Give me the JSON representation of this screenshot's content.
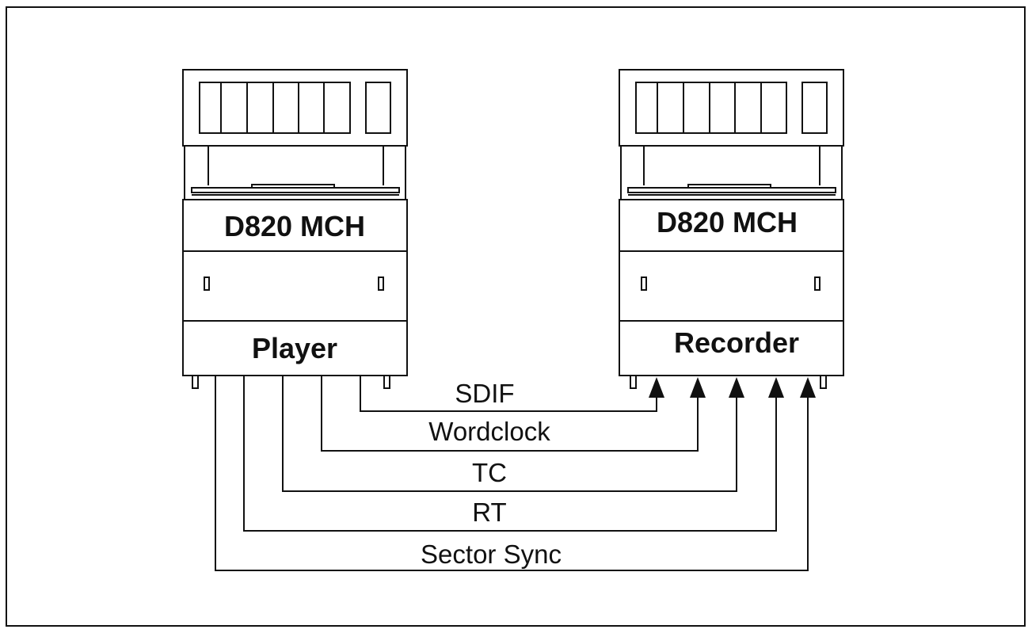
{
  "colors": {
    "background": "#ffffff",
    "line": "#111111",
    "panel": "#ffffff"
  },
  "units": {
    "player": {
      "model": "D820 MCH",
      "role": "Player"
    },
    "recorder": {
      "model": "D820 MCH",
      "role": "Recorder"
    }
  },
  "connections": [
    {
      "label": "SDIF"
    },
    {
      "label": "Wordclock"
    },
    {
      "label": "TC"
    },
    {
      "label": "RT"
    },
    {
      "label": "Sector Sync"
    }
  ]
}
